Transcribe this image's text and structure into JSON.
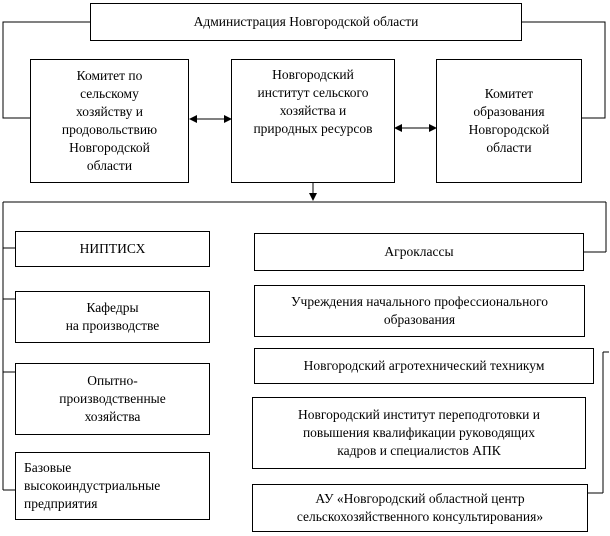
{
  "diagram": {
    "admin": "Администрация Новгородской области",
    "committee_agri": "Комитет по\nсельскому\nхозяйству и\nпродовольствию\nНовгородской\nобласти",
    "institute": "Новгородский\nинститут сельского\nхозяйства и\nприродных ресурсов",
    "committee_edu": "Комитет\nобразования\nНовгородской\nобласти",
    "left_boxes": [
      "НИПТИСХ",
      "Кафедры\nна производстве",
      "Опытно-\nпроизводственные\nхозяйства",
      "Базовые\nвысокоиндустриальные\nпредприятия"
    ],
    "right_boxes": [
      "Агроклассы",
      "Учреждения начального профессионального\nобразования",
      "Новгородский агротехнический техникум",
      "Новгородский институт переподготовки и\nповышения квалификации руководящих\nкадров и специалистов АПК",
      "АУ «Новгородский областной центр\nсельскохозяйственного консультирования»"
    ]
  }
}
